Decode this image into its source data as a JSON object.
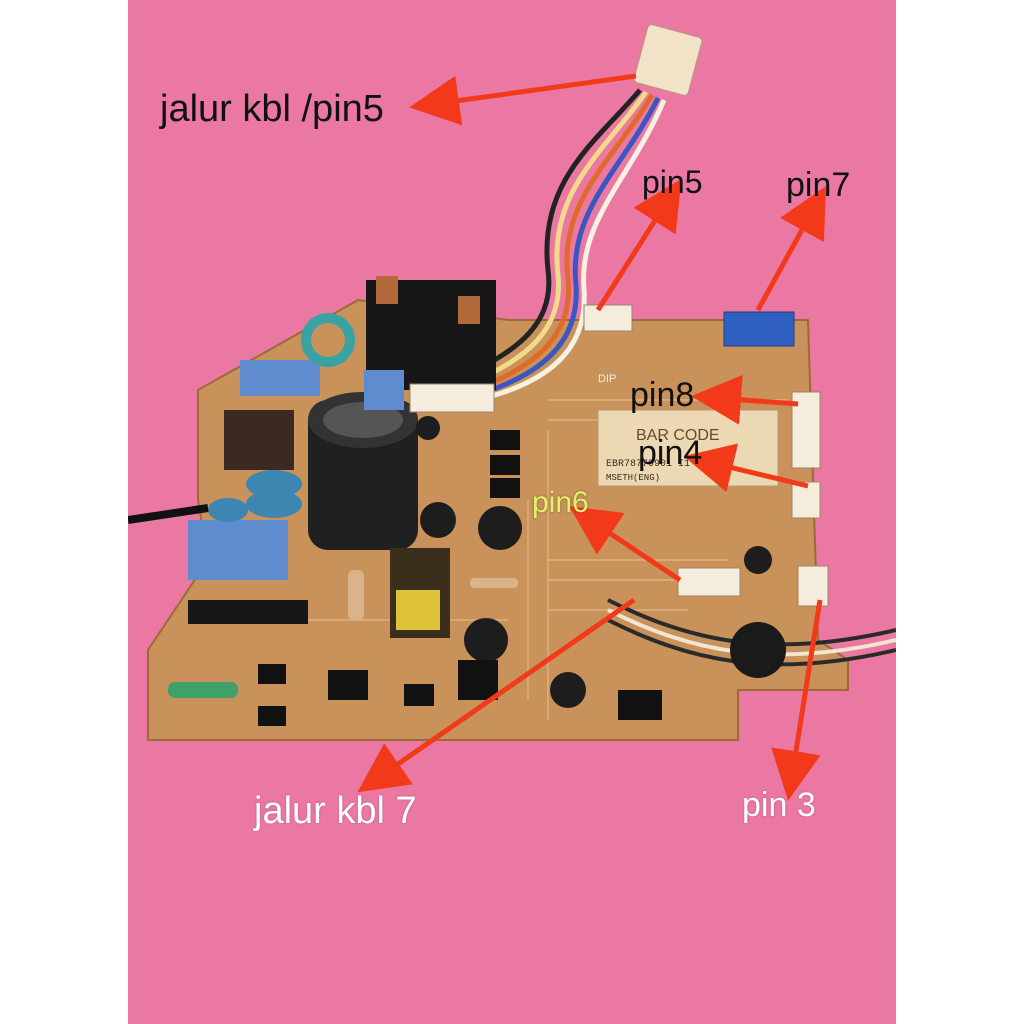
{
  "labels": {
    "jalur_kbl_pin5": "jalur kbl /pin5",
    "pin5": "pin5",
    "pin7": "pin7",
    "pin8": "pin8",
    "pin4": "pin4",
    "pin6": "pin6",
    "jalur_kbl_7": "jalur kbl 7",
    "pin3": "pin 3"
  },
  "board_print": {
    "bar_code": "BAR CODE",
    "code_line1": "EBR78779901 I1",
    "code_line2": "MSETH(ENG)",
    "dip": "DIP"
  },
  "colors": {
    "background": "#e8719c",
    "pcb": "#c8925a",
    "arrow": "#f23a1a",
    "label_dark": "#111111",
    "label_light": "#ffffff"
  }
}
